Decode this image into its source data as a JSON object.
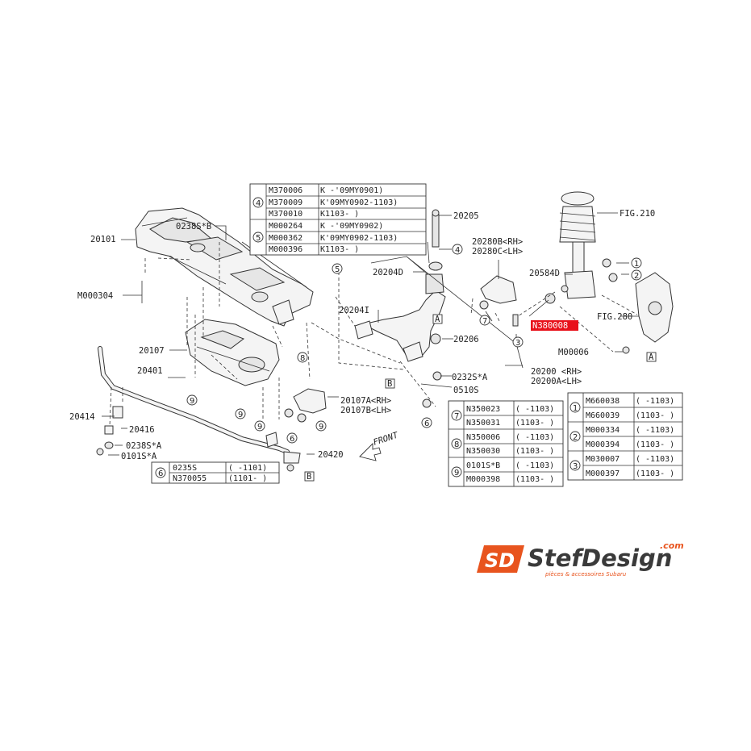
{
  "parts": {
    "p20101": "20101",
    "pM000304": "M000304",
    "p0238SB": "0238S*B",
    "p20107": "20107",
    "p20401": "20401",
    "p20414": "20414",
    "p20416": "20416",
    "p0238SA": "0238S*A",
    "p0101SA": "0101S*A",
    "p20107ARH": "20107A<RH>",
    "p20107BLH": "20107B<LH>",
    "p20420": "20420",
    "front": "FRONT",
    "p20205": "20205",
    "p20204D": "20204D",
    "p20204I": "20204I",
    "p20206": "20206",
    "p0232SA": "0232S*A",
    "p0510S": "0510S",
    "p20200RH": "20200 <RH>",
    "p20200ALH": "20200A<LH>",
    "p20280BRH": "20280B<RH>",
    "p20280CLH": "20280C<LH>",
    "p20584D": "20584D",
    "fig210": "FIG.210",
    "fig280": "FIG.280",
    "pM00006": "M00006",
    "highlight": "N380008"
  },
  "refs": {
    "a": "A",
    "b": "B"
  },
  "circled": [
    "1",
    "2",
    "3",
    "4",
    "5",
    "6",
    "7",
    "8",
    "9"
  ],
  "table45": {
    "groups": [
      {
        "num": "4",
        "rows": [
          {
            "part": "M370006",
            "range": "K -'09MY0901)"
          },
          {
            "part": "M370009",
            "range": "K'09MY0902-1103)"
          },
          {
            "part": "M370010",
            "range": "K1103- )"
          }
        ]
      },
      {
        "num": "5",
        "rows": [
          {
            "part": "M000264",
            "range": "K -'09MY0902)"
          },
          {
            "part": "M000362",
            "range": "K'09MY0902-1103)"
          },
          {
            "part": "M000396",
            "range": "K1103- )"
          }
        ]
      }
    ]
  },
  "table6": {
    "num": "6",
    "rows": [
      {
        "part": "0235S",
        "range": "( -1101)"
      },
      {
        "part": "N370055",
        "range": "(1101- )"
      }
    ]
  },
  "table789": {
    "groups": [
      {
        "num": "7",
        "rows": [
          {
            "part": "N350023",
            "range": "( -1103)"
          },
          {
            "part": "N350031",
            "range": "(1103- )"
          }
        ]
      },
      {
        "num": "8",
        "rows": [
          {
            "part": "N350006",
            "range": "( -1103)"
          },
          {
            "part": "N350030",
            "range": "(1103- )"
          }
        ]
      },
      {
        "num": "9",
        "rows": [
          {
            "part": "0101S*B",
            "range": "( -1103)"
          },
          {
            "part": "M000398",
            "range": "(1103- )"
          }
        ]
      }
    ]
  },
  "table123": {
    "groups": [
      {
        "num": "1",
        "rows": [
          {
            "part": "M660038",
            "range": "( -1103)"
          },
          {
            "part": "M660039",
            "range": "(1103- )"
          }
        ]
      },
      {
        "num": "2",
        "rows": [
          {
            "part": "M000334",
            "range": "( -1103)"
          },
          {
            "part": "M000394",
            "range": "(1103- )"
          }
        ]
      },
      {
        "num": "3",
        "rows": [
          {
            "part": "M030007",
            "range": "( -1103)"
          },
          {
            "part": "M000397",
            "range": "(1103- )"
          }
        ]
      }
    ]
  },
  "logo": {
    "mark": "SD",
    "name": "StefDesign",
    "tld": ".com",
    "tagline": "pièces & accessoires Subaru",
    "brand_color": "#e8541e",
    "text_color": "#3a3a3a"
  },
  "colors": {
    "highlight": "#e8101a",
    "line": "#333333"
  }
}
